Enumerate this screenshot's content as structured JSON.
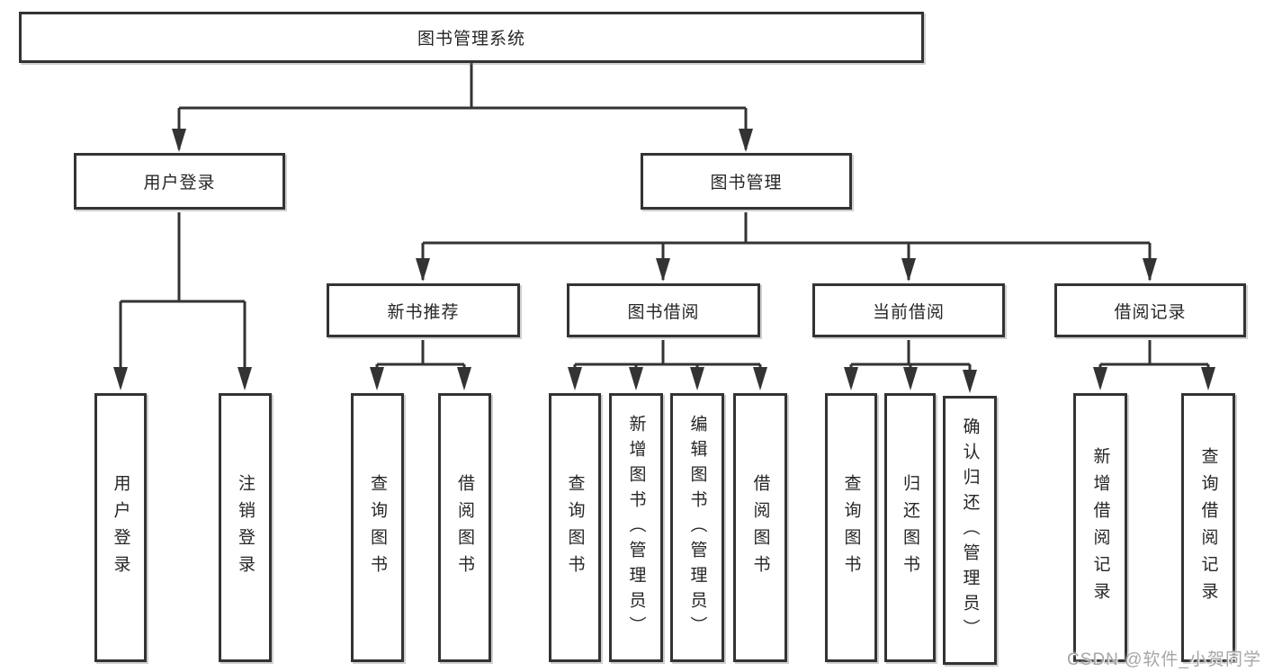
{
  "diagram_title": "图书管理系统",
  "tree": {
    "label": "图书管理系统",
    "children": [
      {
        "label": "用户登录",
        "children": [
          {
            "label": "用户登录"
          },
          {
            "label": "注销登录"
          }
        ]
      },
      {
        "label": "图书管理",
        "children": [
          {
            "label": "新书推荐",
            "children": [
              {
                "label": "查询图书"
              },
              {
                "label": "借阅图书"
              }
            ]
          },
          {
            "label": "图书借阅",
            "children": [
              {
                "label": "查询图书"
              },
              {
                "label": "新增图书（管理员）"
              },
              {
                "label": "编辑图书（管理员）"
              },
              {
                "label": "借阅图书"
              }
            ]
          },
          {
            "label": "当前借阅",
            "children": [
              {
                "label": "查询图书"
              },
              {
                "label": "归还图书"
              },
              {
                "label": "确认归还（管理员）"
              }
            ]
          },
          {
            "label": "借阅记录",
            "children": [
              {
                "label": "新增借阅记录"
              },
              {
                "label": "查询借阅记录"
              }
            ]
          }
        ]
      }
    ]
  },
  "watermark": "CSDN @软件_小贺同学",
  "colors": {
    "line": "#333333",
    "box_border": "#333333",
    "text": "#262626",
    "watermark_text": "#a6a6a6",
    "background": "#ffffff"
  }
}
